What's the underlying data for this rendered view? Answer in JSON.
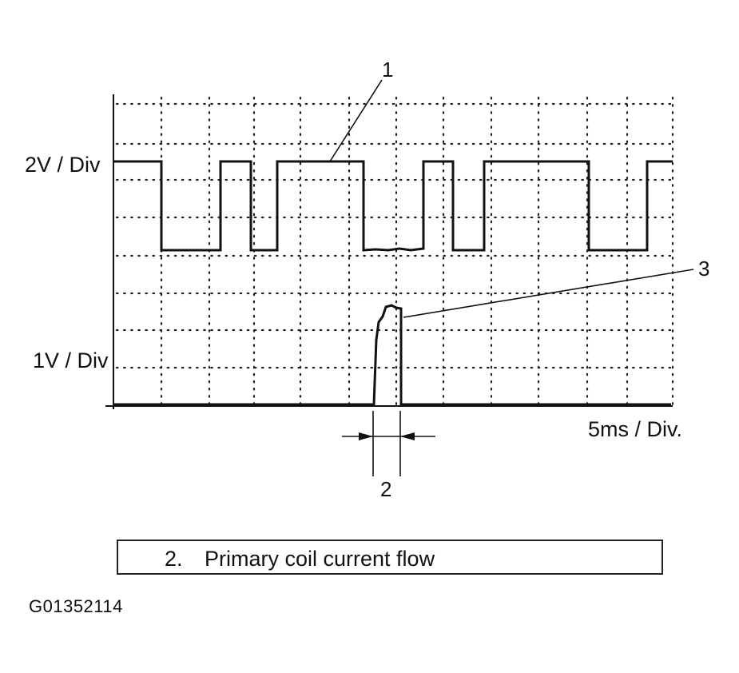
{
  "scope": {
    "upper_scale_label": "2V / Div",
    "lower_scale_label": "1V / Div",
    "time_scale_label": "5ms / Div.",
    "callouts": {
      "c1": "1",
      "c2": "2",
      "c3": "3"
    }
  },
  "legend": {
    "items": [
      {
        "number": "2.",
        "text": "Primary coil current flow"
      }
    ]
  },
  "figure_code": "G01352114"
}
